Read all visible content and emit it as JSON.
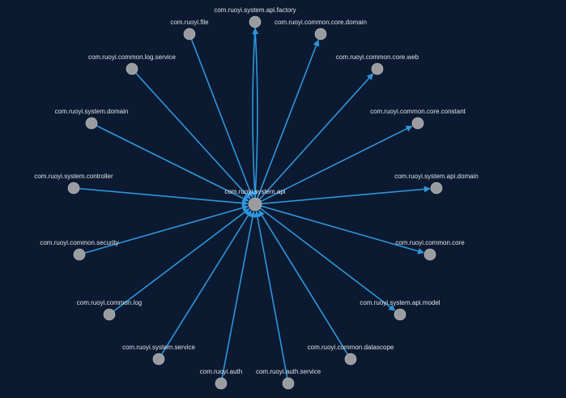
{
  "graph": {
    "center": {
      "id": "center",
      "label": "com.ruoyi.system.api"
    },
    "nodes": [
      {
        "id": "n_factory",
        "label": "com.ruoyi.system.api.factory"
      },
      {
        "id": "n_file",
        "label": "com.ruoyi.file"
      },
      {
        "id": "n_core_domain",
        "label": "com.ruoyi.common.core.domain"
      },
      {
        "id": "n_log_service",
        "label": "com.ruoyi.common.log.service"
      },
      {
        "id": "n_core_web",
        "label": "com.ruoyi.common.core.web"
      },
      {
        "id": "n_system_domain",
        "label": "com.ruoyi.system.domain"
      },
      {
        "id": "n_core_constant",
        "label": "com.ruoyi.common.core.constant"
      },
      {
        "id": "n_system_controller",
        "label": "com.ruoyi.system.controller"
      },
      {
        "id": "n_api_domain",
        "label": "com.ruoyi.system.api.domain"
      },
      {
        "id": "n_common_security",
        "label": "com.ruoyi.common.security"
      },
      {
        "id": "n_common_core",
        "label": "com.ruoyi.common.core"
      },
      {
        "id": "n_common_log",
        "label": "com.ruoyi.common.log"
      },
      {
        "id": "n_api_model",
        "label": "com.ruoyi.system.api.model"
      },
      {
        "id": "n_system_service",
        "label": "com.ruoyi.system.service"
      },
      {
        "id": "n_datascope",
        "label": "com.ruoyi.common.datascope"
      },
      {
        "id": "n_auth",
        "label": "com.ruoyi.auth"
      },
      {
        "id": "n_auth_service",
        "label": "com.ruoyi.auth.service"
      }
    ],
    "edges": [
      {
        "from": "center",
        "to": "n_factory"
      },
      {
        "from": "n_factory",
        "to": "center"
      },
      {
        "from": "n_file",
        "to": "center"
      },
      {
        "from": "center",
        "to": "n_core_domain"
      },
      {
        "from": "n_log_service",
        "to": "center"
      },
      {
        "from": "center",
        "to": "n_core_web"
      },
      {
        "from": "n_system_domain",
        "to": "center"
      },
      {
        "from": "center",
        "to": "n_core_constant"
      },
      {
        "from": "n_system_controller",
        "to": "center"
      },
      {
        "from": "center",
        "to": "n_api_domain"
      },
      {
        "from": "n_common_security",
        "to": "center"
      },
      {
        "from": "center",
        "to": "n_common_core"
      },
      {
        "from": "n_common_log",
        "to": "center"
      },
      {
        "from": "center",
        "to": "n_api_model"
      },
      {
        "from": "n_system_service",
        "to": "center"
      },
      {
        "from": "n_datascope",
        "to": "center"
      },
      {
        "from": "n_auth",
        "to": "center"
      },
      {
        "from": "n_auth_service",
        "to": "center"
      }
    ]
  },
  "colors": {
    "background": "#0b1a30",
    "edge": "#2e95db",
    "node": "#9a9ca0",
    "label": "#dfe3ea"
  }
}
